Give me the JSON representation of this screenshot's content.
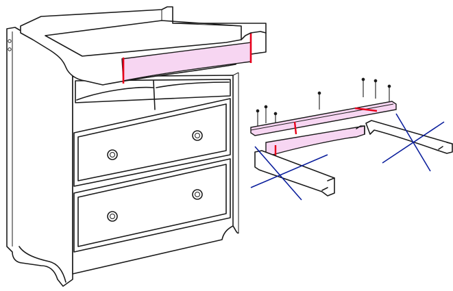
{
  "figure": {
    "kind": "furniture assembly illustration",
    "panels": [
      "assembled-dresser-with-changing-top",
      "exploded-changing-top-parts"
    ],
    "text_visible": []
  },
  "colors": {
    "background": "#ffffff",
    "line": "#1a1a1a",
    "highlight_fill": "#f7d6f2",
    "highlight_edge": "#e8001b",
    "cross_out": "#0a1e9c"
  },
  "annotations": {
    "highlighted_parts": [
      "changing-top-front-rail",
      "loose-top-panel"
    ],
    "crossed_out_parts": [
      "left-side-rail",
      "right-side-rail"
    ],
    "screw_count": 9,
    "drawer_knobs": 4
  }
}
